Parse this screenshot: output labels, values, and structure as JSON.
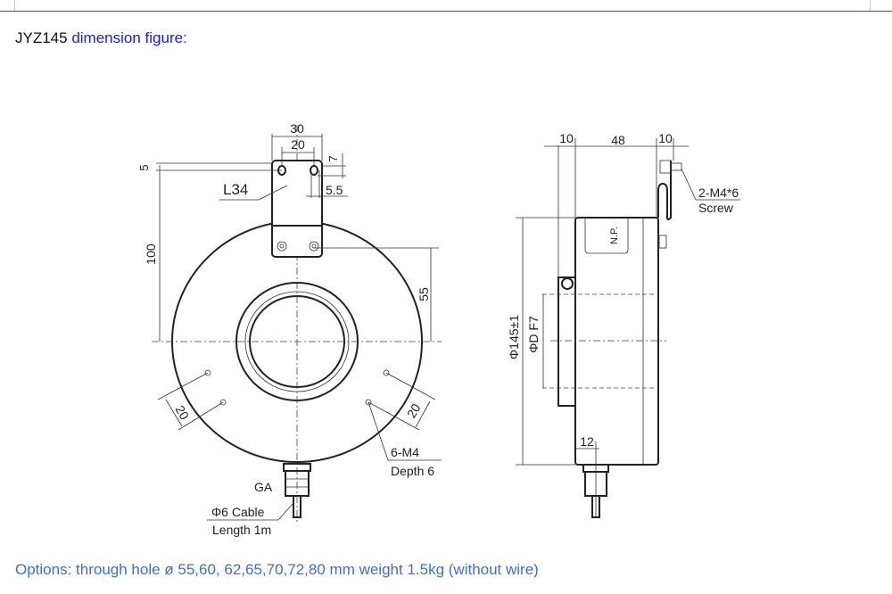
{
  "title": {
    "model": "JYZ145",
    "label": "dimension figure:"
  },
  "front_view": {
    "dim_width": "30",
    "dim_hole_spacing": "20",
    "dim_top_offset": "5",
    "dim_hole_offset": "7",
    "dim_hole_dia": "5.5",
    "bracket_label": "L34",
    "dim_height": "100",
    "dim_center": "55",
    "dim_left_hole": "20",
    "dim_right_hole": "20",
    "thread_label": "6-M4",
    "thread_depth": "Depth 6",
    "connector_label": "GA",
    "cable_label": "Φ6 Cable",
    "cable_length": "Length 1m"
  },
  "side_view": {
    "dim_flange": "10",
    "dim_body": "48",
    "dim_bracket": "10",
    "screw_label": "2-M4*6",
    "screw_sub": "Screw",
    "nameplate": "N.P.",
    "dim_outer": "Φ145±1",
    "dim_bore": "ΦD F7",
    "dim_cable_offset": "12"
  },
  "options": "Options: through hole ø 55,60, 62,65,70,72,80 mm weight 1.5kg (without wire)"
}
